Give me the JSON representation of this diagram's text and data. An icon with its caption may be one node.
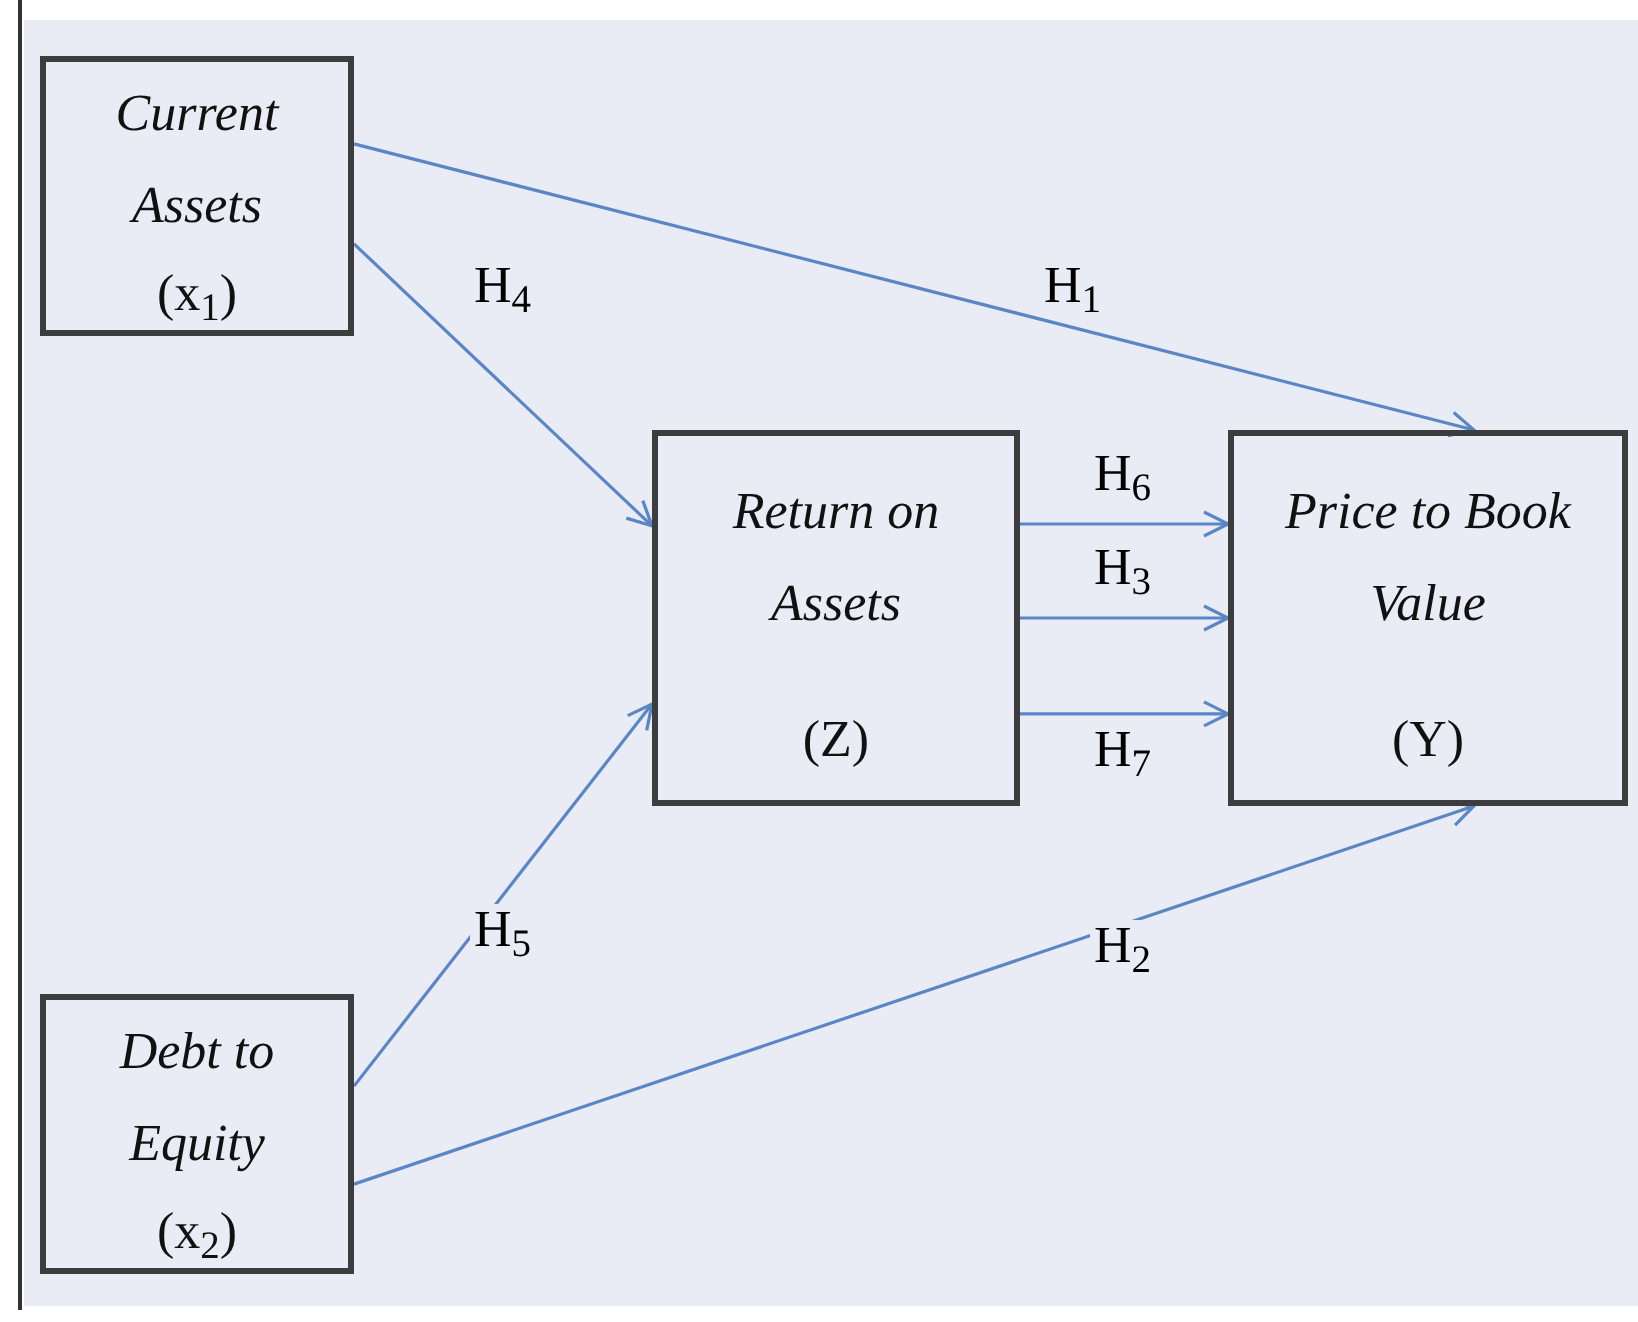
{
  "diagram": {
    "nodes": [
      {
        "text": [
          "Current Assets",
          "(x$_{1}$)"
        ]
      },
      {
        "text": [
          "Debt to Equity",
          "(x$_{2}$)"
        ]
      },
      {
        "text": [
          "Return on Assets",
          "(Z)"
        ]
      },
      {
        "text": [
          "Price to Book Value",
          "(Y)"
        ]
      }
    ],
    "edges": [
      {
        "from": 0,
        "to": 3,
        "arrow": "to",
        "label": "H$_{1}$"
      },
      {
        "from": 1,
        "to": 3,
        "arrow": "to",
        "label": "H$_{2}$"
      },
      {
        "from": 2,
        "to": 3,
        "arrow": "to",
        "label": "H$_{3}$"
      },
      {
        "from": 0,
        "to": 2,
        "arrow": "to",
        "label": "H$_{4}$"
      },
      {
        "from": 1,
        "to": 2,
        "arrow": "to",
        "label": "H$_{5}$"
      },
      {
        "from": 2,
        "to": 3,
        "arrow": "to",
        "label": "H$_{6}$"
      },
      {
        "from": 2,
        "to": 3,
        "arrow": "to",
        "label": "H$_{7}$"
      }
    ]
  }
}
